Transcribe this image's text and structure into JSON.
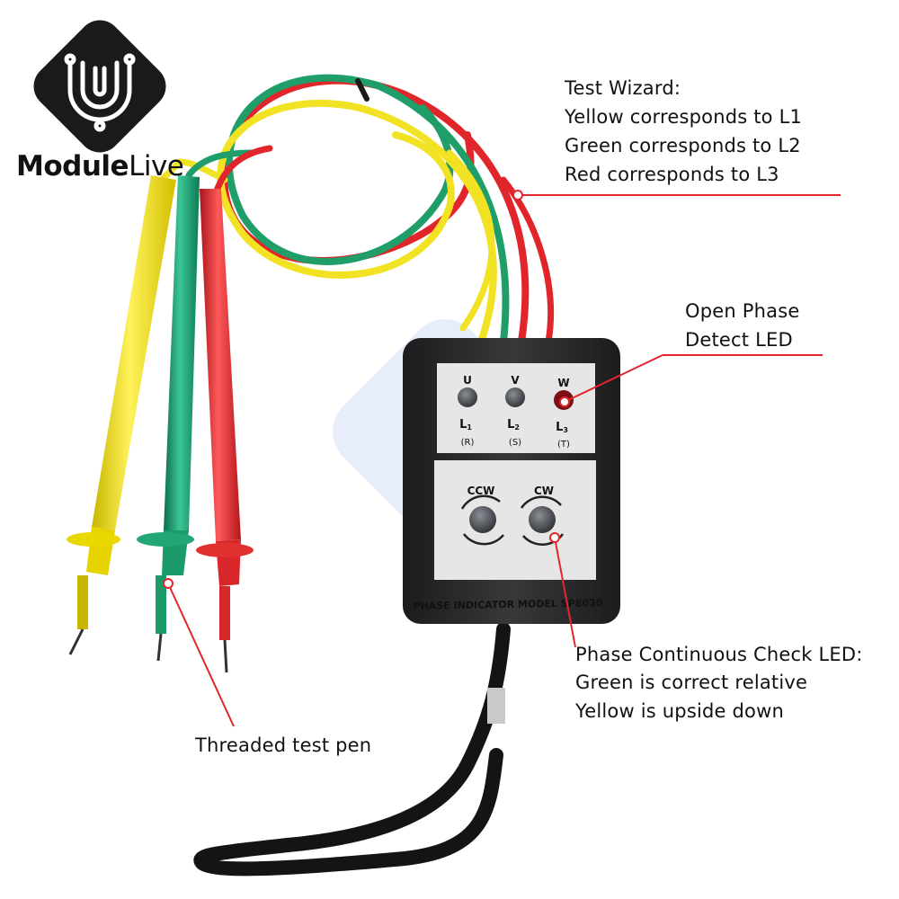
{
  "brand": {
    "name_bold": "Module",
    "name_light": "Live",
    "logo_icon": "circuit-u-logo-icon"
  },
  "callouts": {
    "test_wizard": {
      "title": "Test Wizard:",
      "lines": [
        "Yellow corresponds to L1",
        "Green corresponds to L2",
        "Red corresponds to L3"
      ]
    },
    "open_phase": {
      "lines": [
        "Open Phase",
        "Detect LED"
      ]
    },
    "continuous": {
      "lines": [
        "Phase Continuous Check LED:",
        "Green is correct relative",
        "Yellow is upside down"
      ]
    },
    "test_pen": {
      "label": "Threaded test pen"
    }
  },
  "device": {
    "model_label": "PHASE INDICATOR MODEL SP8030",
    "phases": [
      {
        "top": "U",
        "mid": "L",
        "sub": "1",
        "bottom": "(R)"
      },
      {
        "top": "V",
        "mid": "L",
        "sub": "2",
        "bottom": "(S)"
      },
      {
        "top": "W",
        "mid": "L",
        "sub": "3",
        "bottom": "(T)"
      }
    ],
    "rotation": {
      "ccw": "CCW",
      "cw": "CW"
    }
  },
  "colors": {
    "yellow_lead": "#f2e224",
    "green_lead": "#1f9e6a",
    "red_lead": "#e0262a",
    "callout_line": "#e3262b",
    "device_body": "#2c2c2e",
    "panel": "#e6e6e6"
  }
}
